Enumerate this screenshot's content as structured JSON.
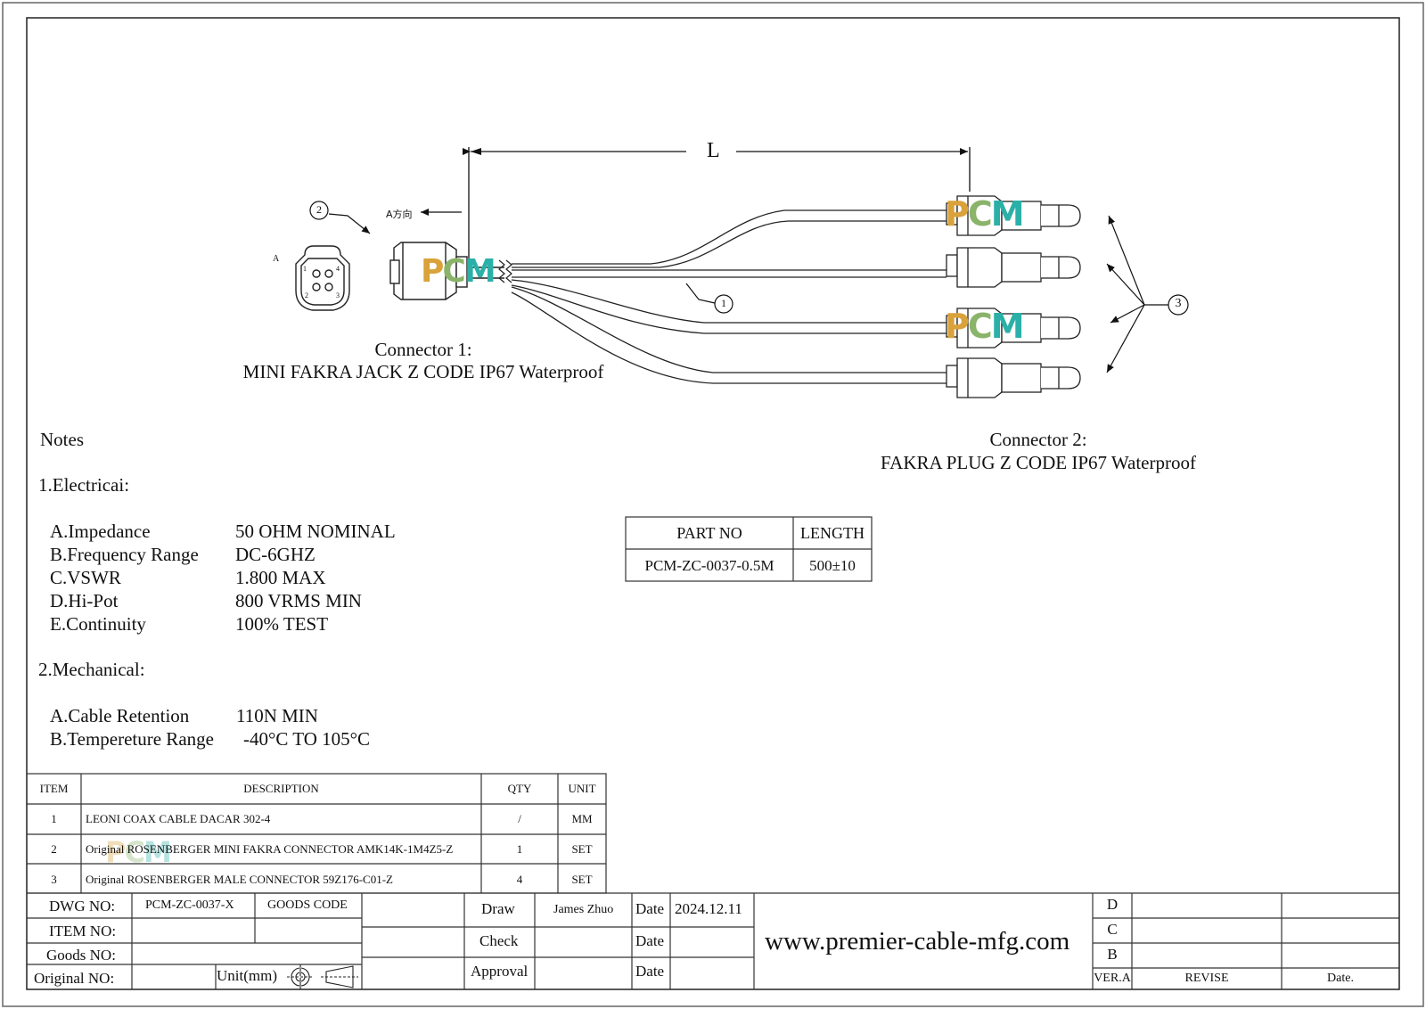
{
  "drawing": {
    "dimension_label": "L",
    "direction_label": "A方向",
    "view_label": "A",
    "balloons": {
      "cable": "1",
      "connector1": "2",
      "connector2": "3"
    },
    "pin_numbers": [
      "1",
      "2",
      "3",
      "4"
    ],
    "watermark": {
      "p": "P",
      "c": "C",
      "m": "M"
    }
  },
  "connector1": {
    "line1": "Connector 1:",
    "line2": "MINI FAKRA JACK Z CODE IP67 Waterproof"
  },
  "connector2": {
    "line1": "Connector 2:",
    "line2": "FAKRA PLUG Z CODE IP67 Waterproof"
  },
  "notes": {
    "title": "Notes",
    "electrical": {
      "heading": "1.Electricai:",
      "items": [
        {
          "k": "A.Impedance",
          "v": "50 OHM NOMINAL"
        },
        {
          "k": "B.Frequency Range",
          "v": "DC-6GHZ"
        },
        {
          "k": "C.VSWR",
          "v": "1.800 MAX"
        },
        {
          "k": "D.Hi-Pot",
          "v": "800 VRMS MIN"
        },
        {
          "k": "E.Continuity",
          "v": "100% TEST"
        }
      ]
    },
    "mechanical": {
      "heading": "2.Mechanical:",
      "items": [
        {
          "k": "A.Cable Retention",
          "v": "110N MIN"
        },
        {
          "k": "B.Tempereture Range",
          "v": "-40°C TO 105°C"
        }
      ]
    }
  },
  "part_table": {
    "headers": [
      "PART NO",
      "LENGTH"
    ],
    "rows": [
      [
        "PCM-ZC-0037-0.5M",
        "500±10"
      ]
    ]
  },
  "bom": {
    "headers": [
      "ITEM",
      "DESCRIPTION",
      "QTY",
      "UNIT"
    ],
    "rows": [
      [
        "1",
        "LEONI COAX CABLE DACAR 302-4",
        "/",
        "MM"
      ],
      [
        "2",
        "Original ROSENBERGER MINI FAKRA CONNECTOR AMK14K-1M4Z5-Z",
        "1",
        "SET"
      ],
      [
        "3",
        "Original ROSENBERGER MALE CONNECTOR 59Z176-C01-Z",
        "4",
        "SET"
      ]
    ]
  },
  "title_block": {
    "dwg_label": "DWG NO:",
    "dwg_value": "PCM-ZC-0037-X",
    "goods_code_label": "GOODS CODE",
    "item_label": "ITEM NO:",
    "goods_label": "Goods NO:",
    "original_label": "Original NO:",
    "unit_label": "Unit(mm)",
    "draw_label": "Draw",
    "draw_name": "James Zhuo",
    "check_label": "Check",
    "approval_label": "Approval",
    "date_label": "Date",
    "date_value": "2024.12.11",
    "website": "www.premier-cable-mfg.com",
    "rev_letters": [
      "D",
      "C",
      "B"
    ],
    "ver_label": "VER.A",
    "revise_label": "REVISE",
    "rev_date_label": "Date."
  }
}
